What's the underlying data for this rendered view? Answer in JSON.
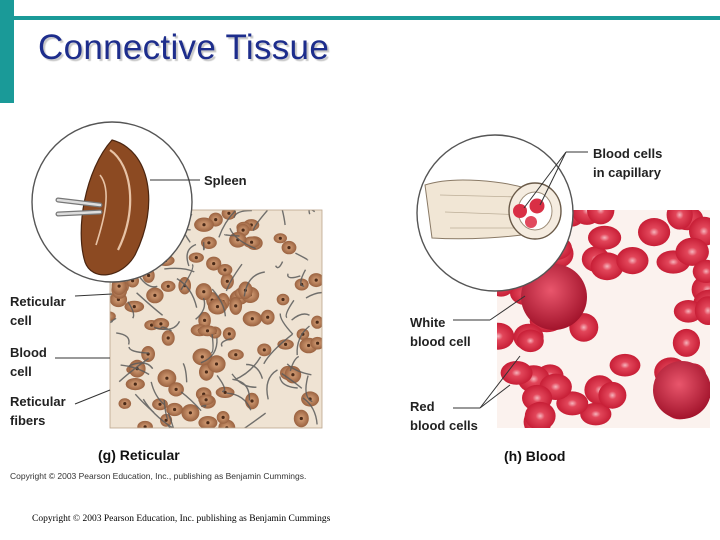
{
  "slide": {
    "title": "Connective Tissue",
    "footer": "Copyright © 2003 Pearson Education, Inc. publishing as Benjamin Cummings"
  },
  "figure": {
    "copyright_small": "Copyright © 2003 Pearson Education, Inc., publishing as Benjamin Cummings.",
    "reticular_panel": {
      "title": "(g) Reticular",
      "labels": {
        "spleen": "Spleen",
        "reticular_cell": "Reticular\ncell",
        "blood_cell": "Blood\ncell",
        "reticular_fibers": "Reticular\nfibers"
      }
    },
    "blood_panel": {
      "title": "(h) Blood",
      "labels": {
        "blood_cells_capillary": "Blood cells\nin capillary",
        "white_blood_cell": "White\nblood cell",
        "red_blood_cells": "Red\nblood cells"
      }
    }
  },
  "colors": {
    "accent_bar": "#1a9a98",
    "title_text": "#1d2d8c",
    "red_cell": "#d0283c",
    "reticular_tissue": "#b98457"
  }
}
